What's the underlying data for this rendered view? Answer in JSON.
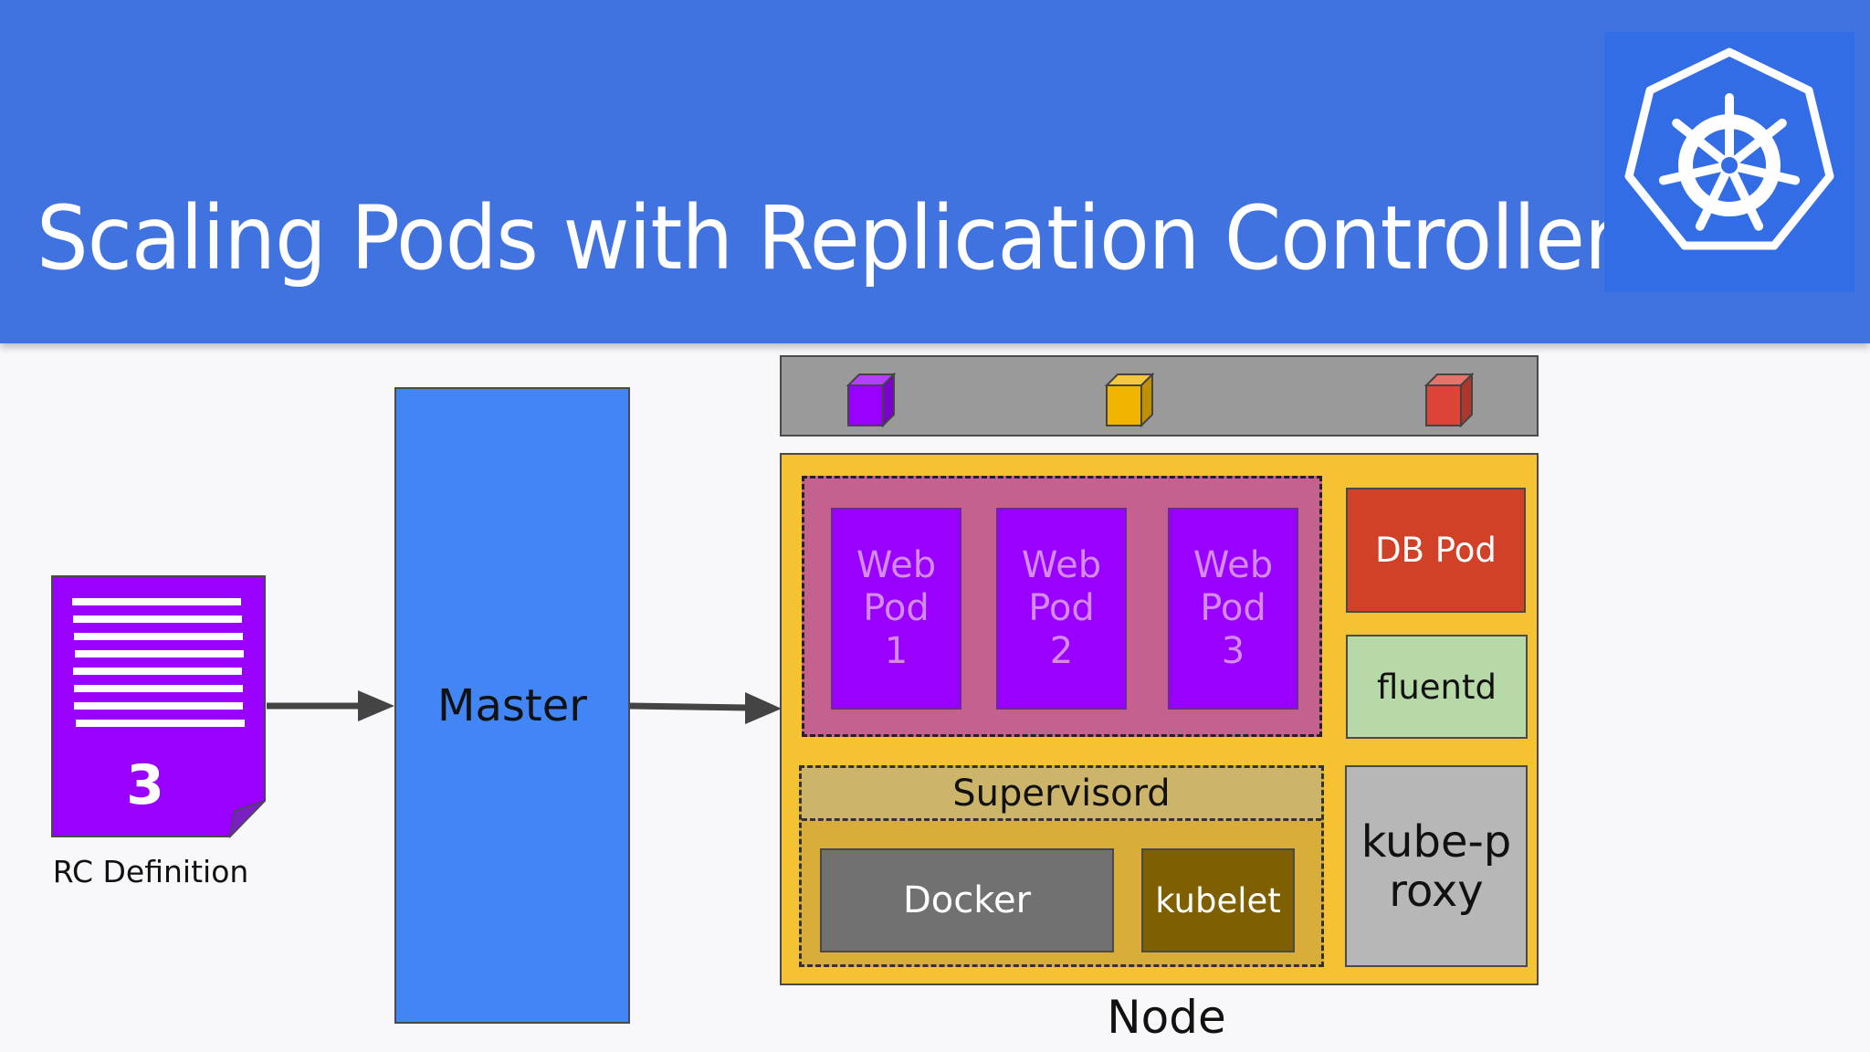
{
  "header": {
    "title": "Scaling Pods with Replication Controller",
    "logo": "kubernetes-helm-wheel-icon"
  },
  "rc_definition": {
    "replica_count": "3",
    "label": "RC Definition",
    "icon": "document-icon"
  },
  "master": {
    "label": "Master"
  },
  "image_registry": {
    "containers": [
      {
        "name": "purple-container-icon",
        "color": "#9900ff"
      },
      {
        "name": "yellow-container-icon",
        "color": "#f1b400"
      },
      {
        "name": "red-container-icon",
        "color": "#db4437"
      }
    ]
  },
  "node": {
    "label": "Node",
    "web_pods": [
      {
        "line1": "Web",
        "line2": "Pod",
        "line3": "1"
      },
      {
        "line1": "Web",
        "line2": "Pod",
        "line3": "2"
      },
      {
        "line1": "Web",
        "line2": "Pod",
        "line3": "3"
      }
    ],
    "db_pod": "DB Pod",
    "fluentd": "fluentd",
    "kube_proxy": {
      "line1": "kube-p",
      "line2": "roxy"
    },
    "supervisord": "Supervisord",
    "docker": "Docker",
    "kubelet": "kubelet"
  },
  "colors": {
    "header_bg": "#4173e0",
    "master": "#4285f4",
    "node": "#f4c233",
    "web_pod": "#9900ff",
    "web_group": "#c4618f",
    "db_pod": "#d04127",
    "fluentd": "#b7d9a8",
    "kube_proxy": "#b7b7b7",
    "docker": "#717171",
    "kubelet": "#7f6000"
  }
}
